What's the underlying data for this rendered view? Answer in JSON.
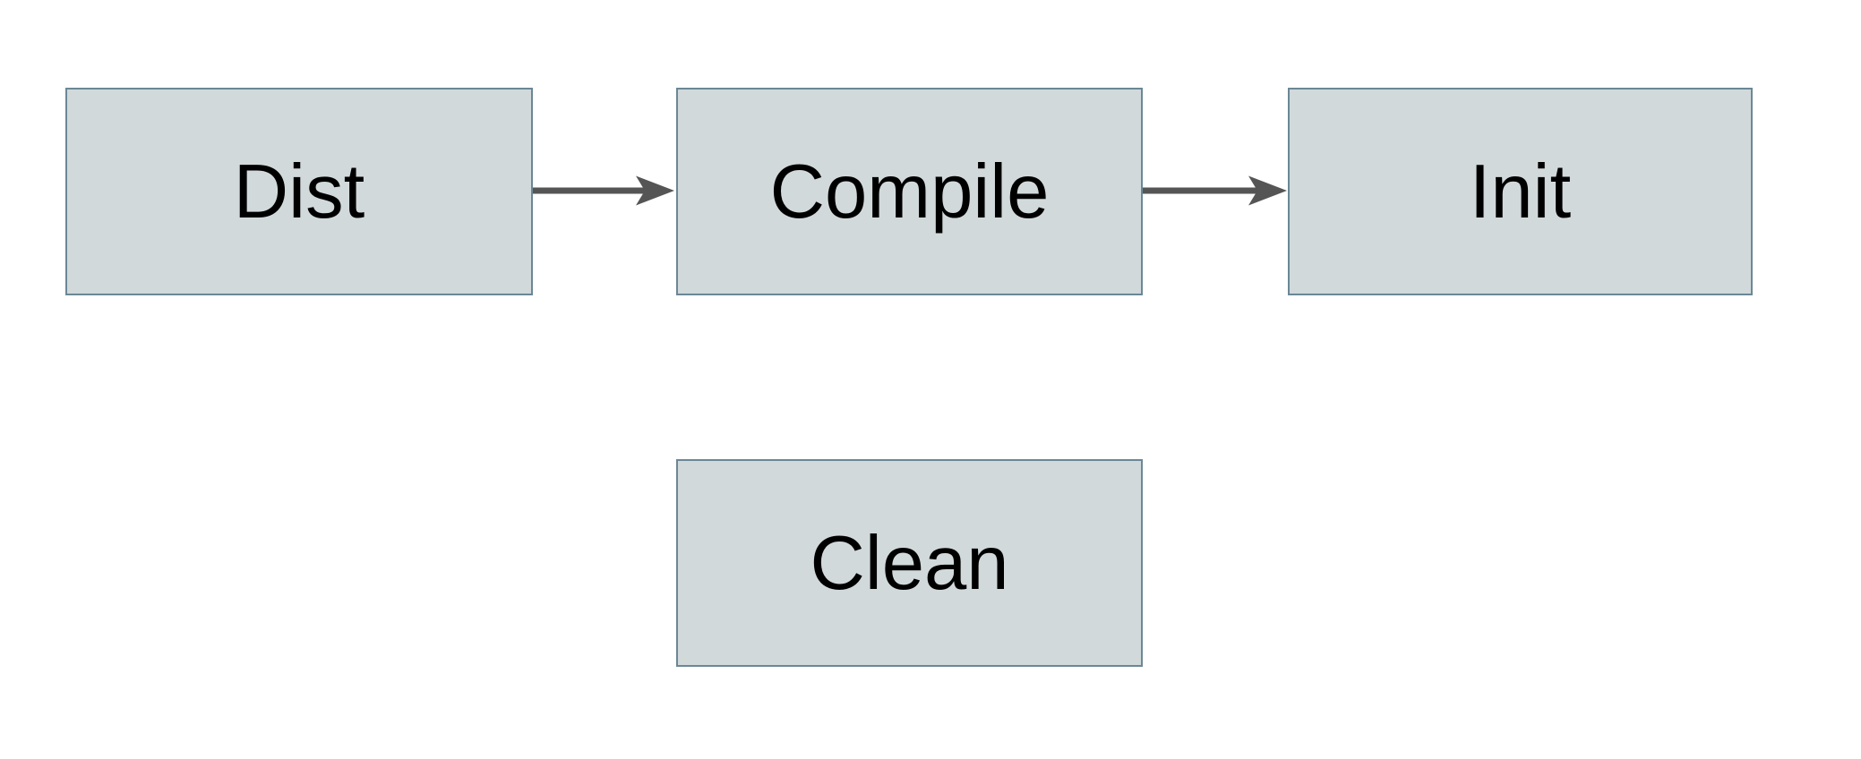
{
  "diagram": {
    "title": "build-targets-flow",
    "nodes": [
      {
        "id": "dist",
        "label": "Dist"
      },
      {
        "id": "compile",
        "label": "Compile"
      },
      {
        "id": "init",
        "label": "Init"
      },
      {
        "id": "clean",
        "label": "Clean"
      }
    ],
    "edges": [
      {
        "from": "dist",
        "to": "compile",
        "style": "arrow-right"
      },
      {
        "from": "compile",
        "to": "init",
        "style": "arrow-right"
      }
    ]
  },
  "colors": {
    "background": "#ffffff",
    "box_fill": "#d1d9db",
    "box_border": "#6b8795",
    "arrow": "#555555",
    "text": "#000000"
  }
}
